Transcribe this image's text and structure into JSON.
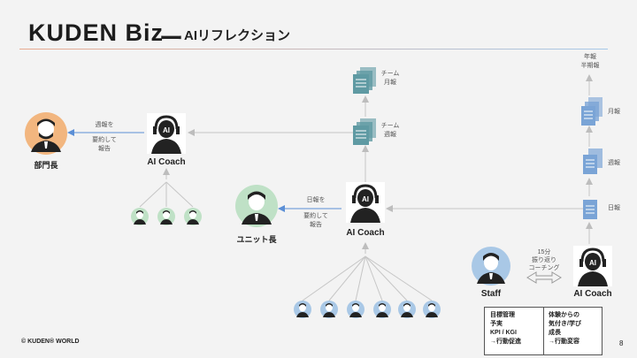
{
  "header": {
    "brand": "KUDEN Biz",
    "dash": "ー",
    "subtitle": "AIリフレクション"
  },
  "roles": {
    "bucho": "部門長",
    "unit": "ユニット長",
    "staff": "Staff",
    "coach_left": "AI Coach",
    "coach_center": "AI Coach",
    "coach_right": "AI Coach",
    "ai_text": "AI"
  },
  "reports": {
    "weekly_top": "週報を",
    "weekly_bottom1": "要約して",
    "weekly_bottom2": "報告",
    "daily_top": "日報を",
    "daily_bottom1": "要約して",
    "daily_bottom2": "報告"
  },
  "docs": {
    "team_monthly1": "チーム",
    "team_monthly2": "月報",
    "team_weekly1": "チーム",
    "team_weekly2": "週報",
    "yearly1": "年報",
    "yearly2": "半期報",
    "monthly": "月報",
    "weekly": "週報",
    "daily": "日報"
  },
  "coaching": {
    "line1": "15分",
    "line2": "振り返り",
    "line3": "コーチング"
  },
  "outcome": {
    "left": [
      "目標管理",
      "予実",
      "KPI / KGI",
      "→行動促進"
    ],
    "right": [
      "体験からの",
      "気付き/学び",
      "成長",
      "→行動変容"
    ]
  },
  "footer": {
    "copyright": "© KUDEN® WORLD",
    "page": "8"
  },
  "colors": {
    "orange": "#f2b67f",
    "green": "#bfe1c6",
    "blue": "#a9c8e6",
    "doc": "#5f9aa3",
    "doc_blue": "#7aa4d6"
  }
}
